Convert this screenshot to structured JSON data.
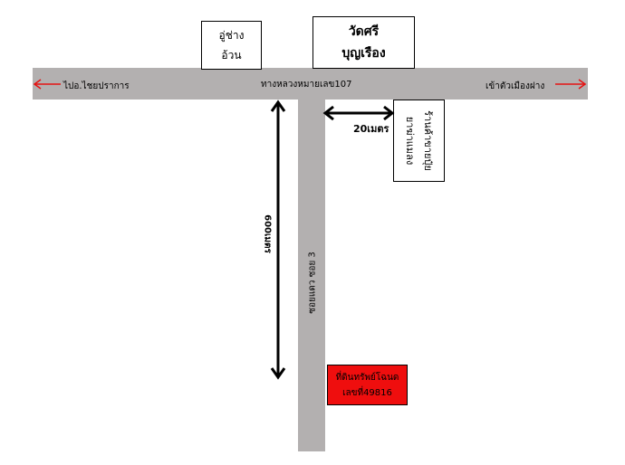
{
  "roads": {
    "main_road_label": "ทางหลวงหมายเลข107",
    "left_direction": "ไปอ.ไชยปราการ",
    "right_direction": "เข้าตัวเมืองฝาง",
    "side_road_label": "ซอยแดว  ซอย 3"
  },
  "landmarks": {
    "shop": [
      "อู่ช่าง",
      "อ้วน"
    ],
    "temple": [
      "วัดศรี",
      "บุญเรือง"
    ],
    "store": [
      "ร้านค้าขายปุ๋ย",
      "ยาฆ่าแมลง"
    ]
  },
  "distances": {
    "to_store": "20เมตร",
    "side_road_length": "600เมตร"
  },
  "property": [
    "ที่ดินทรัพย์โฉนด",
    "เลขที่49816"
  ],
  "colors": {
    "road": "#b3b0b0",
    "property_fill": "#ef0e0e",
    "direction_arrow": "#e51212"
  }
}
